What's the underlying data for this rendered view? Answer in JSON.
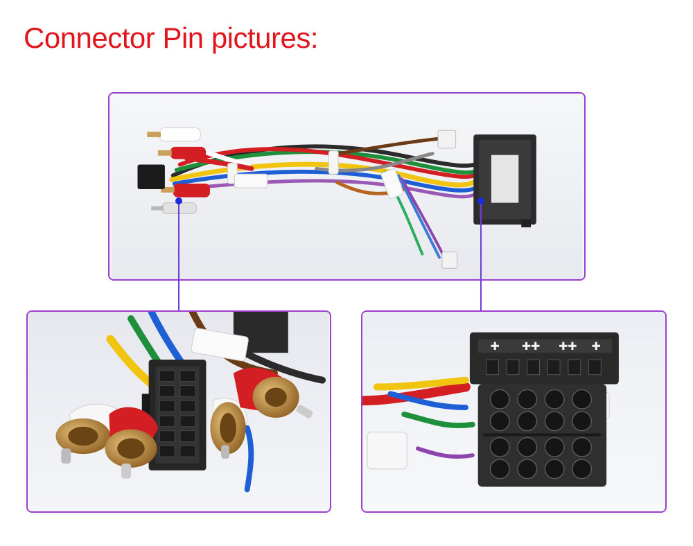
{
  "page": {
    "title": "Connector Pin pictures:",
    "title_color": "#e1161c"
  },
  "colors": {
    "panel_border": "#9a3fd0",
    "leader_line": "#6a3fd6",
    "leader_dot": "#1b2bd8"
  },
  "photos": {
    "harness": {
      "subject": "wire harness with RCA plugs and ISO connector",
      "label_text": ""
    },
    "rca_closeup": {
      "subject": "RCA plugs and black pin connector close-up"
    },
    "iso_closeup": {
      "subject": "ISO connector pin face close-up"
    }
  },
  "icons": {
    "connector": "connector-icon",
    "rca": "rca-plug-icon"
  }
}
